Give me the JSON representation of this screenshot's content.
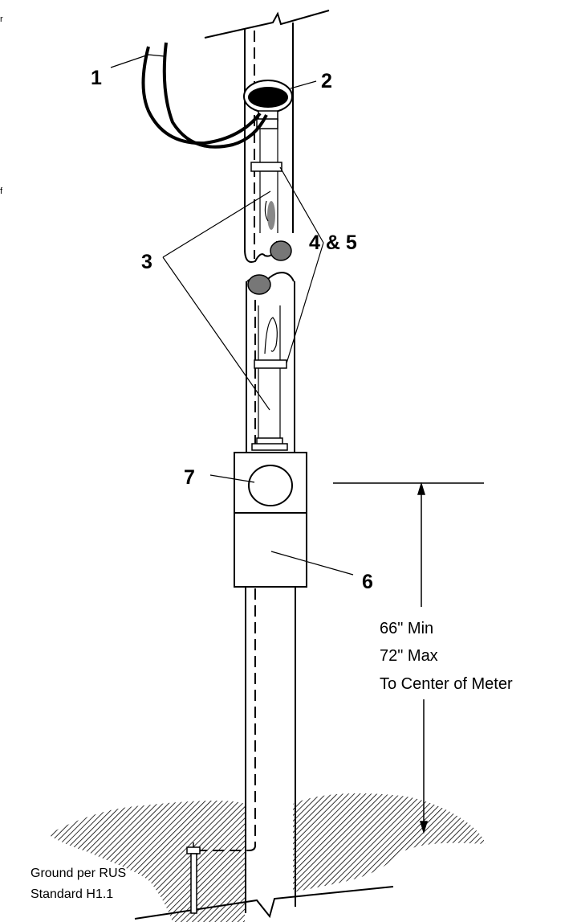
{
  "edge_fragments": [
    "r",
    "f"
  ],
  "callouts": {
    "c1": "1",
    "c2": "2",
    "c3": "3",
    "c45": "4 & 5",
    "c6": "6",
    "c7": "7"
  },
  "height_note": {
    "line1": "66\" Min",
    "line2": "72\" Max",
    "line3": "To Center of Meter"
  },
  "ground_note": {
    "line1": "Ground per RUS",
    "line2": "Standard H1.1"
  }
}
